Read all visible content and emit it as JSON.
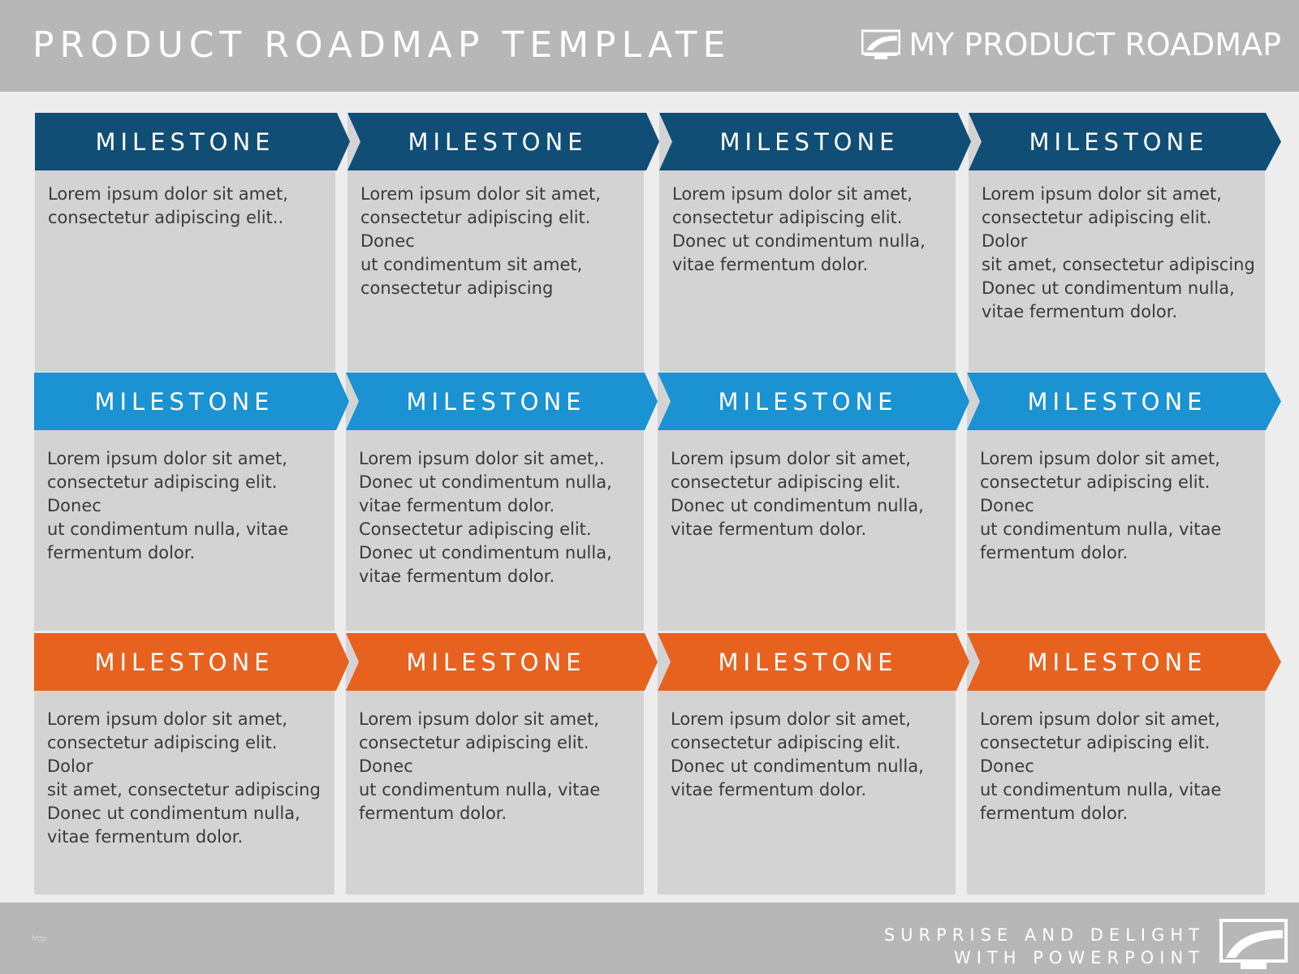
{
  "header": {
    "title": "PRODUCT ROADMAP TEMPLATE",
    "brand_text": "MY PRODUCT ROADMAP",
    "brand_icon": "presentation-screen-icon"
  },
  "colors": {
    "row1_banner": "#104e76",
    "row2_banner": "#1b92d1",
    "row3_banner": "#e8621f",
    "body": "#d3d3d4",
    "band": "#b7b7b8"
  },
  "rows": [
    {
      "color": "#104e76",
      "cells": [
        {
          "label": "MILESTONE",
          "text": "Lorem ipsum dolor sit amet,\nconsectetur adipiscing elit.."
        },
        {
          "label": "MILESTONE",
          "text": "Lorem ipsum dolor sit amet,\nconsectetur adipiscing elit. Donec\nut condimentum sit amet,\nconsectetur adipiscing"
        },
        {
          "label": "MILESTONE",
          "text": "Lorem ipsum dolor sit amet,\nconsectetur adipiscing elit.\nDonec ut condimentum nulla,\nvitae fermentum dolor."
        },
        {
          "label": "MILESTONE",
          "text": "Lorem ipsum dolor sit amet,\nconsectetur adipiscing elit. Dolor\nsit amet, consectetur adipiscing\nDonec ut condimentum nulla,\nvitae fermentum dolor."
        }
      ]
    },
    {
      "color": "#1b92d1",
      "cells": [
        {
          "label": "MILESTONE",
          "text": "Lorem ipsum dolor sit amet,\nconsectetur adipiscing elit. Donec\nut condimentum nulla, vitae\nfermentum dolor."
        },
        {
          "label": "MILESTONE",
          "text": "Lorem ipsum dolor sit amet,.\nDonec ut condimentum nulla,\nvitae fermentum dolor.\nConsectetur adipiscing elit.\nDonec ut condimentum nulla,\nvitae fermentum dolor."
        },
        {
          "label": "MILESTONE",
          "text": "Lorem ipsum dolor sit amet,\nconsectetur adipiscing elit.\nDonec ut condimentum nulla,\nvitae fermentum dolor."
        },
        {
          "label": "MILESTONE",
          "text": "Lorem ipsum dolor sit amet,\nconsectetur adipiscing elit. Donec\nut condimentum nulla, vitae\nfermentum dolor."
        }
      ]
    },
    {
      "color": "#e8621f",
      "cells": [
        {
          "label": "MILESTONE",
          "text": "Lorem ipsum dolor sit amet,\nconsectetur adipiscing elit. Dolor\nsit amet, consectetur adipiscing\nDonec ut condimentum nulla,\nvitae fermentum dolor."
        },
        {
          "label": "MILESTONE",
          "text": "Lorem ipsum dolor sit amet,\nconsectetur adipiscing elit. Donec\nut condimentum nulla, vitae\nfermentum dolor."
        },
        {
          "label": "MILESTONE",
          "text": "Lorem ipsum dolor sit amet,\nconsectetur adipiscing elit.\nDonec ut condimentum nulla,\nvitae fermentum dolor."
        },
        {
          "label": "MILESTONE",
          "text": "Lorem ipsum dolor sit amet,\nconsectetur adipiscing elit. Donec\nut condimentum nulla, vitae\nfermentum dolor."
        }
      ]
    }
  ],
  "footer": {
    "note": "http",
    "tagline_line1": "SURPRISE AND DELIGHT",
    "tagline_line2": "WITH POWERPOINT",
    "logo_icon": "powerpoint-logo-icon"
  }
}
